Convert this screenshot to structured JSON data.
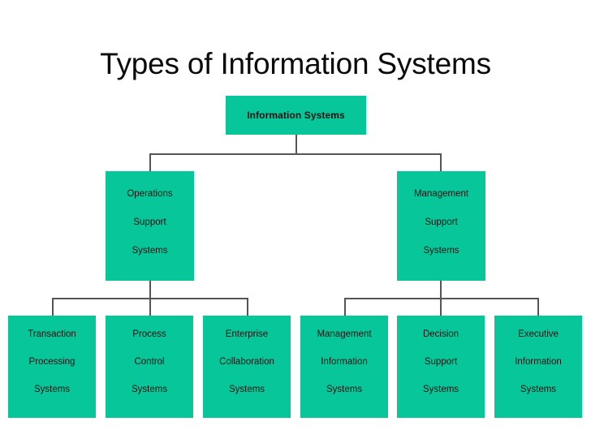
{
  "slide": {
    "title": "Types of Information Systems",
    "background_color": "#ffffff",
    "node_color": "#07c79a",
    "connector_color": "#555555",
    "text_color": "#111111"
  },
  "diagram": {
    "type": "org-chart",
    "root": {
      "id": "information-systems",
      "lines": [
        "Information Systems"
      ]
    },
    "level2": [
      {
        "id": "operations-support-systems",
        "lines": [
          "Operations",
          "Support",
          "Systems"
        ]
      },
      {
        "id": "management-support-systems",
        "lines": [
          "Management",
          "Support",
          "Systems"
        ]
      }
    ],
    "level3": [
      {
        "id": "transaction-processing-systems",
        "parent": "operations-support-systems",
        "lines": [
          "Transaction",
          "Processing",
          "Systems"
        ]
      },
      {
        "id": "process-control-systems",
        "parent": "operations-support-systems",
        "lines": [
          "Process",
          "Control",
          "Systems"
        ]
      },
      {
        "id": "enterprise-collaboration-systems",
        "parent": "operations-support-systems",
        "lines": [
          "Enterprise",
          "Collaboration",
          "Systems"
        ]
      },
      {
        "id": "management-information-systems",
        "parent": "management-support-systems",
        "lines": [
          "Management",
          "Information",
          "Systems"
        ]
      },
      {
        "id": "decision-support-systems",
        "parent": "management-support-systems",
        "lines": [
          "Decision",
          "Support",
          "Systems"
        ]
      },
      {
        "id": "executive-information-systems",
        "parent": "management-support-systems",
        "lines": [
          "Executive",
          "Information",
          "Systems"
        ]
      }
    ]
  }
}
